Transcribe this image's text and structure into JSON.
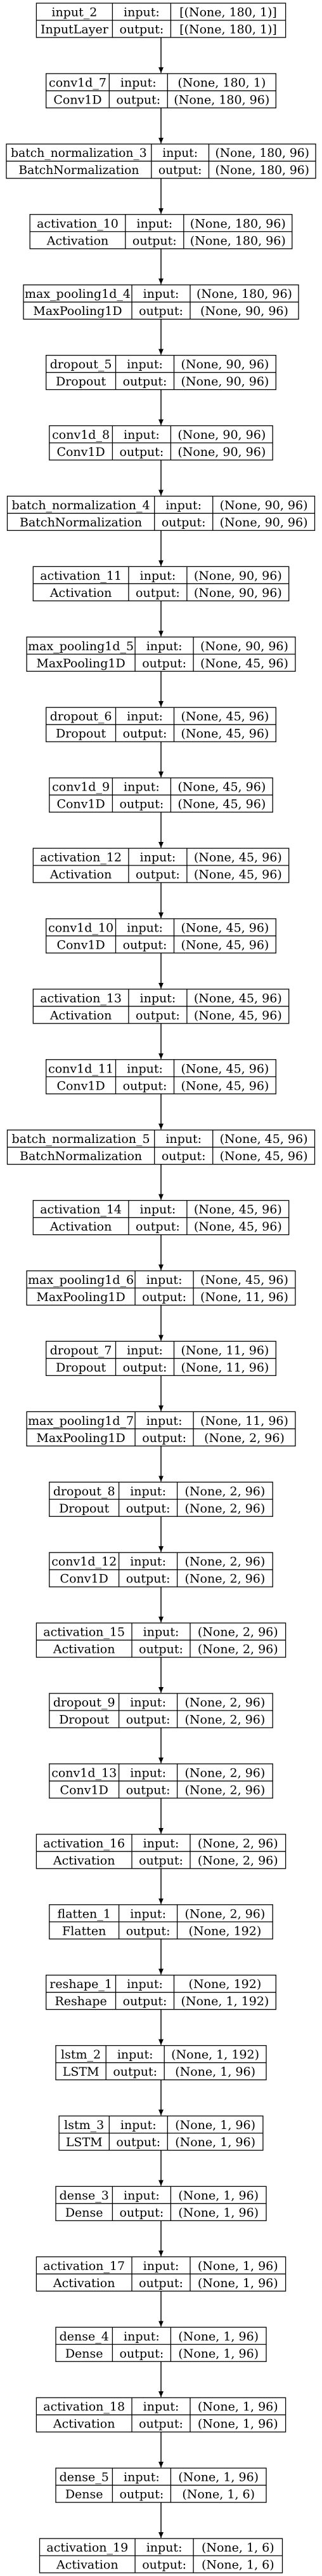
{
  "diagram": {
    "layers": [
      {
        "name": "input_2",
        "type": "InputLayer",
        "input": "[(None, 180, 1)]",
        "output": "[(None, 180, 1)]"
      },
      {
        "name": "conv1d_7",
        "type": "Conv1D",
        "input": "(None, 180, 1)",
        "output": "(None, 180, 96)"
      },
      {
        "name": "batch_normalization_3",
        "type": "BatchNormalization",
        "input": "(None, 180, 96)",
        "output": "(None, 180, 96)"
      },
      {
        "name": "activation_10",
        "type": "Activation",
        "input": "(None, 180, 96)",
        "output": "(None, 180, 96)"
      },
      {
        "name": "max_pooling1d_4",
        "type": "MaxPooling1D",
        "input": "(None, 180, 96)",
        "output": "(None, 90, 96)"
      },
      {
        "name": "dropout_5",
        "type": "Dropout",
        "input": "(None, 90, 96)",
        "output": "(None, 90, 96)"
      },
      {
        "name": "conv1d_8",
        "type": "Conv1D",
        "input": "(None, 90, 96)",
        "output": "(None, 90, 96)"
      },
      {
        "name": "batch_normalization_4",
        "type": "BatchNormalization",
        "input": "(None, 90, 96)",
        "output": "(None, 90, 96)"
      },
      {
        "name": "activation_11",
        "type": "Activation",
        "input": "(None, 90, 96)",
        "output": "(None, 90, 96)"
      },
      {
        "name": "max_pooling1d_5",
        "type": "MaxPooling1D",
        "input": "(None, 90, 96)",
        "output": "(None, 45, 96)"
      },
      {
        "name": "dropout_6",
        "type": "Dropout",
        "input": "(None, 45, 96)",
        "output": "(None, 45, 96)"
      },
      {
        "name": "conv1d_9",
        "type": "Conv1D",
        "input": "(None, 45, 96)",
        "output": "(None, 45, 96)"
      },
      {
        "name": "activation_12",
        "type": "Activation",
        "input": "(None, 45, 96)",
        "output": "(None, 45, 96)"
      },
      {
        "name": "conv1d_10",
        "type": "Conv1D",
        "input": "(None, 45, 96)",
        "output": "(None, 45, 96)"
      },
      {
        "name": "activation_13",
        "type": "Activation",
        "input": "(None, 45, 96)",
        "output": "(None, 45, 96)"
      },
      {
        "name": "conv1d_11",
        "type": "Conv1D",
        "input": "(None, 45, 96)",
        "output": "(None, 45, 96)"
      },
      {
        "name": "batch_normalization_5",
        "type": "BatchNormalization",
        "input": "(None, 45, 96)",
        "output": "(None, 45, 96)"
      },
      {
        "name": "activation_14",
        "type": "Activation",
        "input": "(None, 45, 96)",
        "output": "(None, 45, 96)"
      },
      {
        "name": "max_pooling1d_6",
        "type": "MaxPooling1D",
        "input": "(None, 45, 96)",
        "output": "(None, 11, 96)"
      },
      {
        "name": "dropout_7",
        "type": "Dropout",
        "input": "(None, 11, 96)",
        "output": "(None, 11, 96)"
      },
      {
        "name": "max_pooling1d_7",
        "type": "MaxPooling1D",
        "input": "(None, 11, 96)",
        "output": "(None, 2, 96)"
      },
      {
        "name": "dropout_8",
        "type": "Dropout",
        "input": "(None, 2, 96)",
        "output": "(None, 2, 96)"
      },
      {
        "name": "conv1d_12",
        "type": "Conv1D",
        "input": "(None, 2, 96)",
        "output": "(None, 2, 96)"
      },
      {
        "name": "activation_15",
        "type": "Activation",
        "input": "(None, 2, 96)",
        "output": "(None, 2, 96)"
      },
      {
        "name": "dropout_9",
        "type": "Dropout",
        "input": "(None, 2, 96)",
        "output": "(None, 2, 96)"
      },
      {
        "name": "conv1d_13",
        "type": "Conv1D",
        "input": "(None, 2, 96)",
        "output": "(None, 2, 96)"
      },
      {
        "name": "activation_16",
        "type": "Activation",
        "input": "(None, 2, 96)",
        "output": "(None, 2, 96)"
      },
      {
        "name": "flatten_1",
        "type": "Flatten",
        "input": "(None, 2, 96)",
        "output": "(None, 192)"
      },
      {
        "name": "reshape_1",
        "type": "Reshape",
        "input": "(None, 192)",
        "output": "(None, 1, 192)"
      },
      {
        "name": "lstm_2",
        "type": "LSTM",
        "input": "(None, 1, 192)",
        "output": "(None, 1, 96)"
      },
      {
        "name": "lstm_3",
        "type": "LSTM",
        "input": "(None, 1, 96)",
        "output": "(None, 1, 96)"
      },
      {
        "name": "dense_3",
        "type": "Dense",
        "input": "(None, 1, 96)",
        "output": "(None, 1, 96)"
      },
      {
        "name": "activation_17",
        "type": "Activation",
        "input": "(None, 1, 96)",
        "output": "(None, 1, 96)"
      },
      {
        "name": "dense_4",
        "type": "Dense",
        "input": "(None, 1, 96)",
        "output": "(None, 1, 96)"
      },
      {
        "name": "activation_18",
        "type": "Activation",
        "input": "(None, 1, 96)",
        "output": "(None, 1, 96)"
      },
      {
        "name": "dense_5",
        "type": "Dense",
        "input": "(None, 1, 96)",
        "output": "(None, 1, 6)"
      },
      {
        "name": "activation_19",
        "type": "Activation",
        "input": "(None, 1, 6)",
        "output": "(None, 1, 6)"
      }
    ],
    "input_label": "input:",
    "output_label": "output:",
    "colors": {
      "line": "#000000",
      "background": "#ffffff",
      "text": "#000000"
    }
  }
}
